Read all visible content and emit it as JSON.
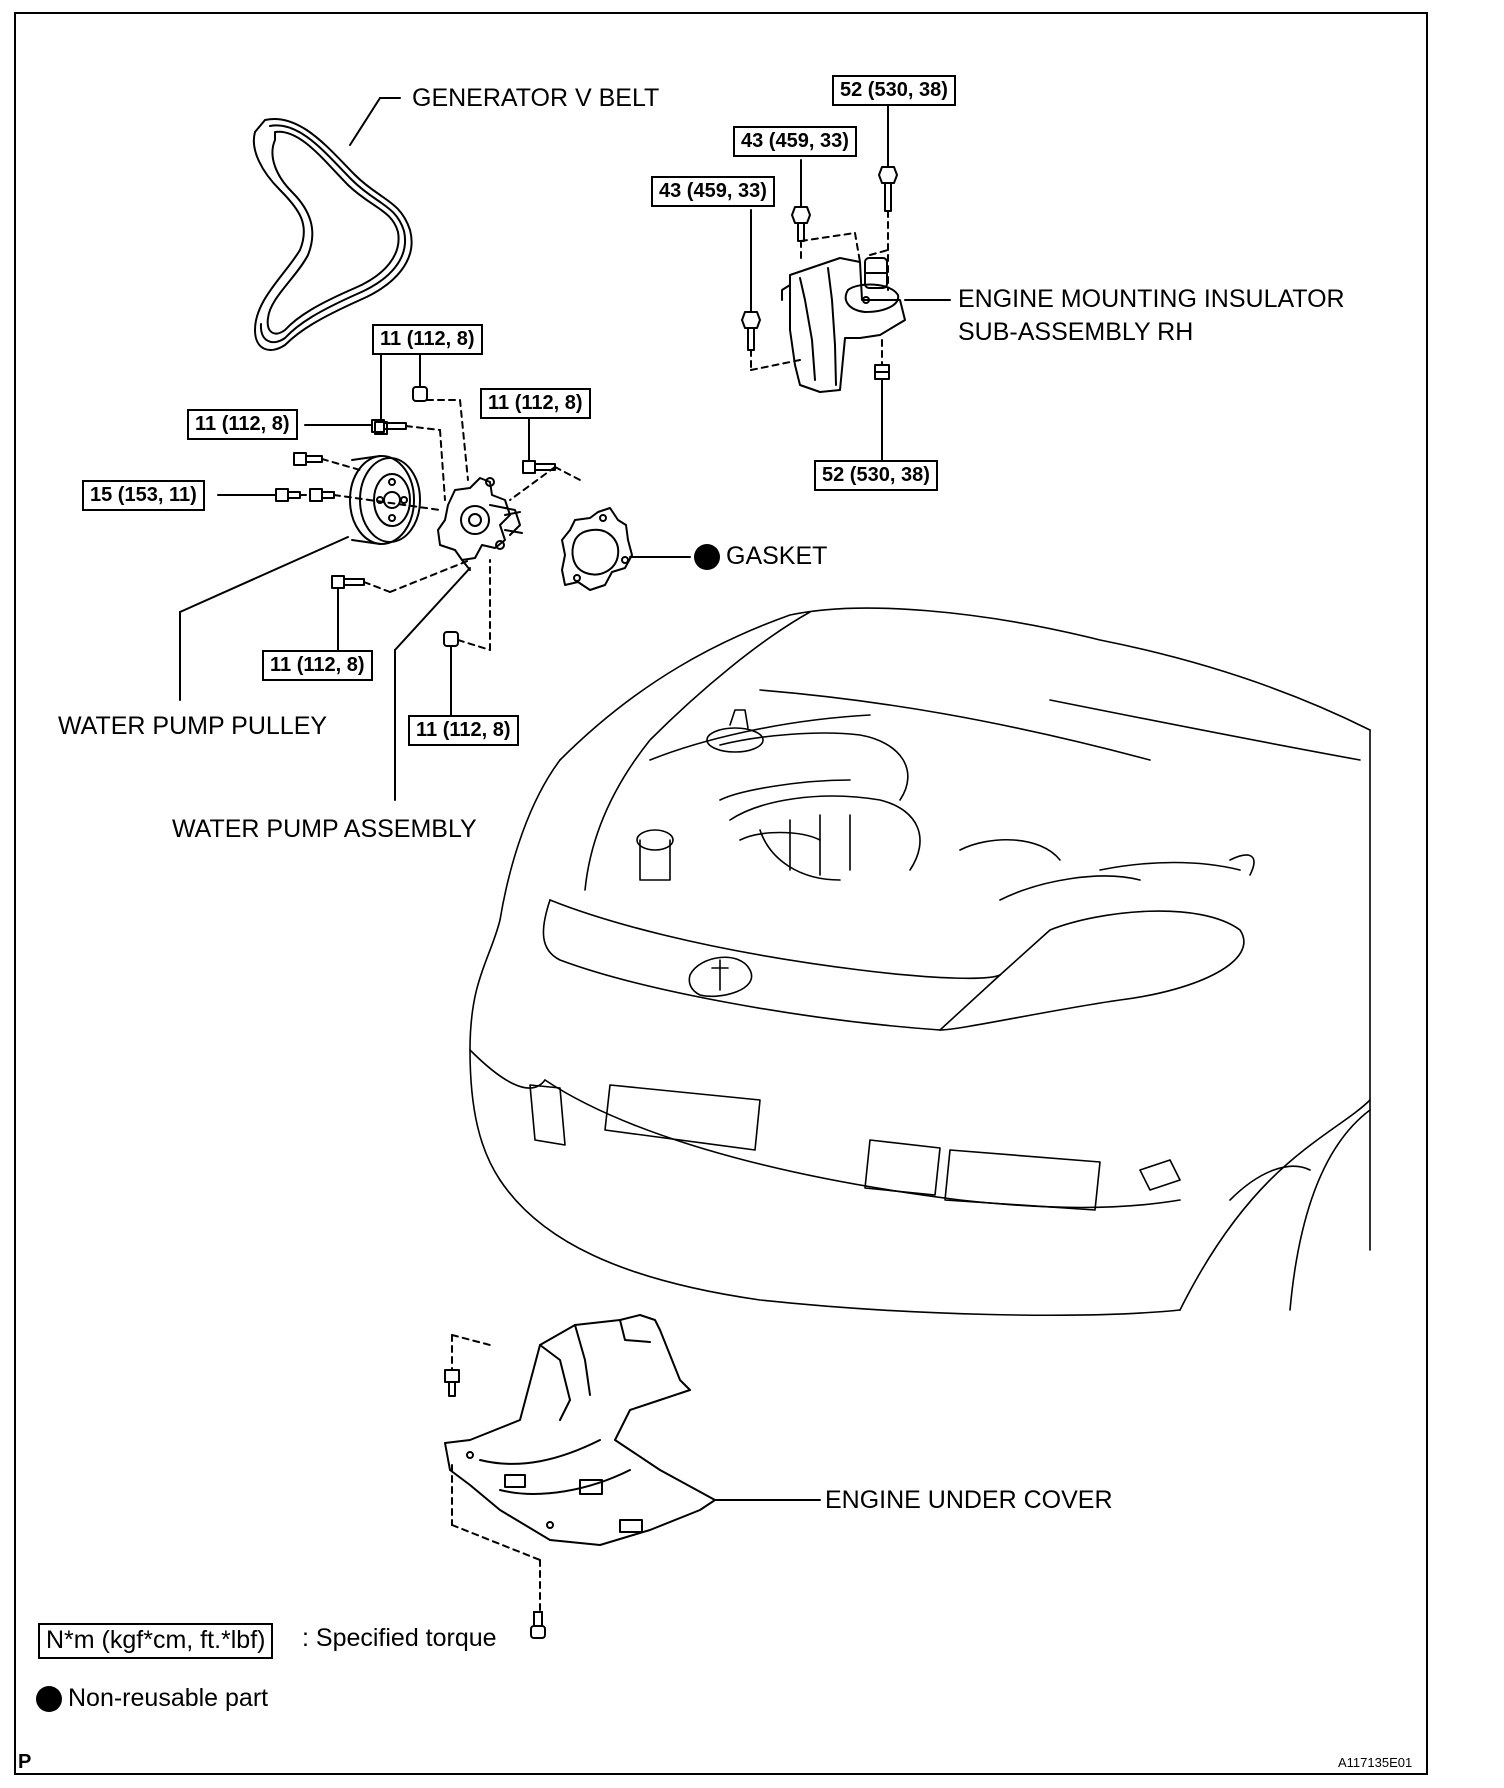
{
  "labels": {
    "generator_v_belt": "GENERATOR V BELT",
    "engine_mounting_insulator_line1": "ENGINE MOUNTING INSULATOR",
    "engine_mounting_insulator_line2": "SUB-ASSEMBLY RH",
    "gasket": "GASKET",
    "water_pump_pulley": "WATER PUMP PULLEY",
    "water_pump_assembly": "WATER PUMP ASSEMBLY",
    "engine_under_cover": "ENGINE UNDER COVER"
  },
  "torque_specs": {
    "mount_top_right": "52 (530, 38)",
    "mount_mid": "43 (459, 33)",
    "mount_left": "43 (459, 33)",
    "mount_bottom": "52 (530, 38)",
    "pump_top": "11 (112, 8)",
    "pump_left_upper": "11 (112, 8)",
    "pump_right": "11 (112, 8)",
    "pulley_bolts": "15 (153, 11)",
    "pump_lower_left": "11 (112, 8)",
    "pump_bottom": "11 (112, 8)"
  },
  "legend": {
    "torque_units": "N*m (kgf*cm, ft.*lbf)",
    "torque_text": ": Specified torque",
    "non_reusable_text": "Non-reusable part"
  },
  "footer": {
    "corner_letter": "P",
    "figure_code": "A117135E01"
  },
  "icons": [
    "non-reusable-dot-icon",
    "bolt-icon",
    "nut-icon"
  ]
}
